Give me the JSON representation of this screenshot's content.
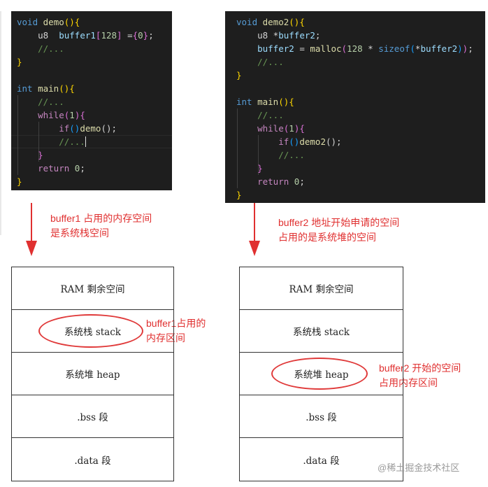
{
  "code_left": {
    "lines": [
      [
        {
          "t": "void",
          "c": "#569cd6"
        },
        {
          "t": " ",
          "c": "#d4d4d4"
        },
        {
          "t": "demo",
          "c": "#dcdcaa"
        },
        {
          "t": "(){",
          "c": "#ffd700"
        }
      ],
      [
        {
          "t": "    u8  ",
          "c": "#d4d4d4"
        },
        {
          "t": "buffer1",
          "c": "#9cdcfe"
        },
        {
          "t": "[",
          "c": "#da70d6"
        },
        {
          "t": "128",
          "c": "#b5cea8"
        },
        {
          "t": "]",
          "c": "#da70d6"
        },
        {
          "t": " =",
          "c": "#d4d4d4"
        },
        {
          "t": "{",
          "c": "#da70d6"
        },
        {
          "t": "0",
          "c": "#b5cea8"
        },
        {
          "t": "}",
          "c": "#da70d6"
        },
        {
          "t": ";",
          "c": "#d4d4d4"
        }
      ],
      [
        {
          "t": "    //...",
          "c": "#6a9955"
        }
      ],
      [
        {
          "t": "}",
          "c": "#ffd700"
        }
      ],
      [
        {
          "t": "",
          "c": "#d4d4d4"
        }
      ],
      [
        {
          "t": "int",
          "c": "#569cd6"
        },
        {
          "t": " ",
          "c": "#d4d4d4"
        },
        {
          "t": "main",
          "c": "#dcdcaa"
        },
        {
          "t": "(){",
          "c": "#ffd700"
        }
      ],
      [
        {
          "t": "    //...",
          "c": "#6a9955"
        }
      ],
      [
        {
          "t": "    ",
          "c": "#d4d4d4"
        },
        {
          "t": "while",
          "c": "#c586c0"
        },
        {
          "t": "(",
          "c": "#da70d6"
        },
        {
          "t": "1",
          "c": "#b5cea8"
        },
        {
          "t": ")",
          "c": "#da70d6"
        },
        {
          "t": "{",
          "c": "#da70d6"
        }
      ],
      [
        {
          "t": "        ",
          "c": "#d4d4d4"
        },
        {
          "t": "if",
          "c": "#c586c0"
        },
        {
          "t": "()",
          "c": "#179fff"
        },
        {
          "t": "demo",
          "c": "#dcdcaa"
        },
        {
          "t": "();",
          "c": "#d4d4d4"
        }
      ],
      [
        {
          "t": "        //...",
          "c": "#6a9955"
        }
      ],
      [
        {
          "t": "    ",
          "c": "#d4d4d4"
        },
        {
          "t": "}",
          "c": "#da70d6"
        }
      ],
      [
        {
          "t": "    ",
          "c": "#d4d4d4"
        },
        {
          "t": "return",
          "c": "#c586c0"
        },
        {
          "t": " ",
          "c": "#d4d4d4"
        },
        {
          "t": "0",
          "c": "#b5cea8"
        },
        {
          "t": ";",
          "c": "#d4d4d4"
        }
      ],
      [
        {
          "t": "}",
          "c": "#ffd700"
        }
      ]
    ]
  },
  "code_right": {
    "lines": [
      [
        {
          "t": "void",
          "c": "#569cd6"
        },
        {
          "t": " ",
          "c": "#d4d4d4"
        },
        {
          "t": "demo2",
          "c": "#dcdcaa"
        },
        {
          "t": "(){",
          "c": "#ffd700"
        }
      ],
      [
        {
          "t": "    u8 *",
          "c": "#d4d4d4"
        },
        {
          "t": "buffer2",
          "c": "#9cdcfe"
        },
        {
          "t": ";",
          "c": "#d4d4d4"
        }
      ],
      [
        {
          "t": "    ",
          "c": "#d4d4d4"
        },
        {
          "t": "buffer2",
          "c": "#9cdcfe"
        },
        {
          "t": " = ",
          "c": "#d4d4d4"
        },
        {
          "t": "malloc",
          "c": "#dcdcaa"
        },
        {
          "t": "(",
          "c": "#da70d6"
        },
        {
          "t": "128",
          "c": "#b5cea8"
        },
        {
          "t": " * ",
          "c": "#d4d4d4"
        },
        {
          "t": "sizeof",
          "c": "#569cd6"
        },
        {
          "t": "(",
          "c": "#179fff"
        },
        {
          "t": "*",
          "c": "#d4d4d4"
        },
        {
          "t": "buffer2",
          "c": "#9cdcfe"
        },
        {
          "t": ")",
          "c": "#179fff"
        },
        {
          "t": ")",
          "c": "#da70d6"
        },
        {
          "t": ";",
          "c": "#d4d4d4"
        }
      ],
      [
        {
          "t": "    //...",
          "c": "#6a9955"
        }
      ],
      [
        {
          "t": "}",
          "c": "#ffd700"
        }
      ],
      [
        {
          "t": "",
          "c": "#d4d4d4"
        }
      ],
      [
        {
          "t": "int",
          "c": "#569cd6"
        },
        {
          "t": " ",
          "c": "#d4d4d4"
        },
        {
          "t": "main",
          "c": "#dcdcaa"
        },
        {
          "t": "(){",
          "c": "#ffd700"
        }
      ],
      [
        {
          "t": "    //...",
          "c": "#6a9955"
        }
      ],
      [
        {
          "t": "    ",
          "c": "#d4d4d4"
        },
        {
          "t": "while",
          "c": "#c586c0"
        },
        {
          "t": "(",
          "c": "#da70d6"
        },
        {
          "t": "1",
          "c": "#b5cea8"
        },
        {
          "t": ")",
          "c": "#da70d6"
        },
        {
          "t": "{",
          "c": "#da70d6"
        }
      ],
      [
        {
          "t": "        ",
          "c": "#d4d4d4"
        },
        {
          "t": "if",
          "c": "#c586c0"
        },
        {
          "t": "()",
          "c": "#179fff"
        },
        {
          "t": "demo2",
          "c": "#dcdcaa"
        },
        {
          "t": "();",
          "c": "#d4d4d4"
        }
      ],
      [
        {
          "t": "        //...",
          "c": "#6a9955"
        }
      ],
      [
        {
          "t": "    ",
          "c": "#d4d4d4"
        },
        {
          "t": "}",
          "c": "#da70d6"
        }
      ],
      [
        {
          "t": "    ",
          "c": "#d4d4d4"
        },
        {
          "t": "return",
          "c": "#c586c0"
        },
        {
          "t": " ",
          "c": "#d4d4d4"
        },
        {
          "t": "0",
          "c": "#b5cea8"
        },
        {
          "t": ";",
          "c": "#d4d4d4"
        }
      ],
      [
        {
          "t": "}",
          "c": "#ffd700"
        }
      ]
    ]
  },
  "annotations": {
    "left_arrow_text": [
      "buffer1 占用的内存空间",
      "是系统栈空间"
    ],
    "right_arrow_text": [
      "buffer2 地址开始申请的空间",
      "占用的是系统堆的空间"
    ],
    "left_table_note": [
      "buffer1占用的",
      "内存区间"
    ],
    "right_table_note": [
      "buffer2 开始的空间",
      "占用内存区间"
    ]
  },
  "memory_left": [
    "RAM 剩余空间",
    "系统栈 stack",
    "系统堆  heap",
    ".bss 段",
    ".data 段"
  ],
  "memory_right": [
    "RAM 剩余空间",
    "系统栈 stack",
    "系统堆  heap",
    ".bss 段",
    ".data 段"
  ],
  "watermark": "@稀土掘金技术社区",
  "colors": {
    "accent_red": "#e03030",
    "code_background": "#1e1e1e"
  }
}
